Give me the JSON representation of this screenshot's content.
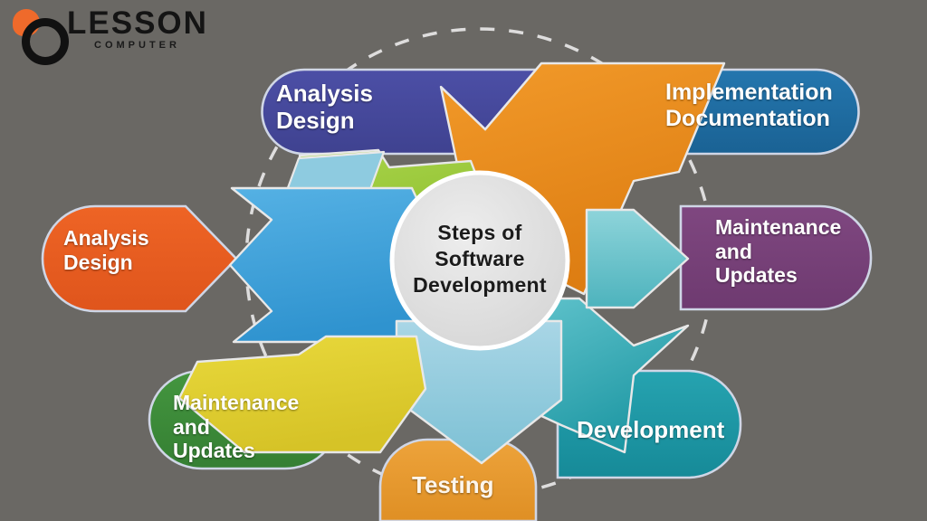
{
  "brand": {
    "name": "LESSON",
    "tagline": "COMPUTER",
    "mark_icon": "lesson-ring-logo-icon",
    "dot_color": "#ef6a2b",
    "ring_color": "#111111"
  },
  "diagram": {
    "title": "Steps of Software Development",
    "center": {
      "line1": "Steps  of",
      "line2": "Software",
      "line3": "Development",
      "fill": "#e2e2e2",
      "stroke": "#ffffff"
    },
    "background_color": "#6a6864",
    "guide_circle": {
      "style": "dashed",
      "color": "#ffffff"
    },
    "steps": [
      {
        "id": "analysis-design-top",
        "label_line1": "Analysis",
        "label_line2": "Design",
        "position": "top-left",
        "pill_color": "#474a9e",
        "arrow_color": "#9dc93b"
      },
      {
        "id": "implementation-documentation",
        "label_line1": "Implementation",
        "label_line2": "Documentation",
        "position": "top-right",
        "pill_color": "#1f6ca4",
        "arrow_color": "#ef8f1f"
      },
      {
        "id": "maintenance-updates-right",
        "label_line1": "Maintenance",
        "label_line2": "and",
        "label_line3": "Updates",
        "position": "right",
        "pill_color": "#79427a",
        "arrow_color": "#57bcc6"
      },
      {
        "id": "development",
        "label_line1": "Development",
        "position": "bottom-right",
        "pill_color": "#1f97a6",
        "arrow_color": "#1f97a6"
      },
      {
        "id": "testing",
        "label_line1": "Testing",
        "position": "bottom",
        "pill_color": "#e89a31",
        "arrow_color": "#8ec9de"
      },
      {
        "id": "maintenance-updates-left",
        "label_line1": "Maintenance",
        "label_line2": "and",
        "label_line3": "Updates",
        "position": "bottom-left",
        "pill_color": "#3d8b3a",
        "arrow_color": "#e3ce32"
      },
      {
        "id": "analysis-design-left",
        "label_line1": "Analysis",
        "label_line2": "Design",
        "position": "left",
        "pill_color": "#e75b22",
        "arrow_color": "#44a7de"
      }
    ]
  }
}
